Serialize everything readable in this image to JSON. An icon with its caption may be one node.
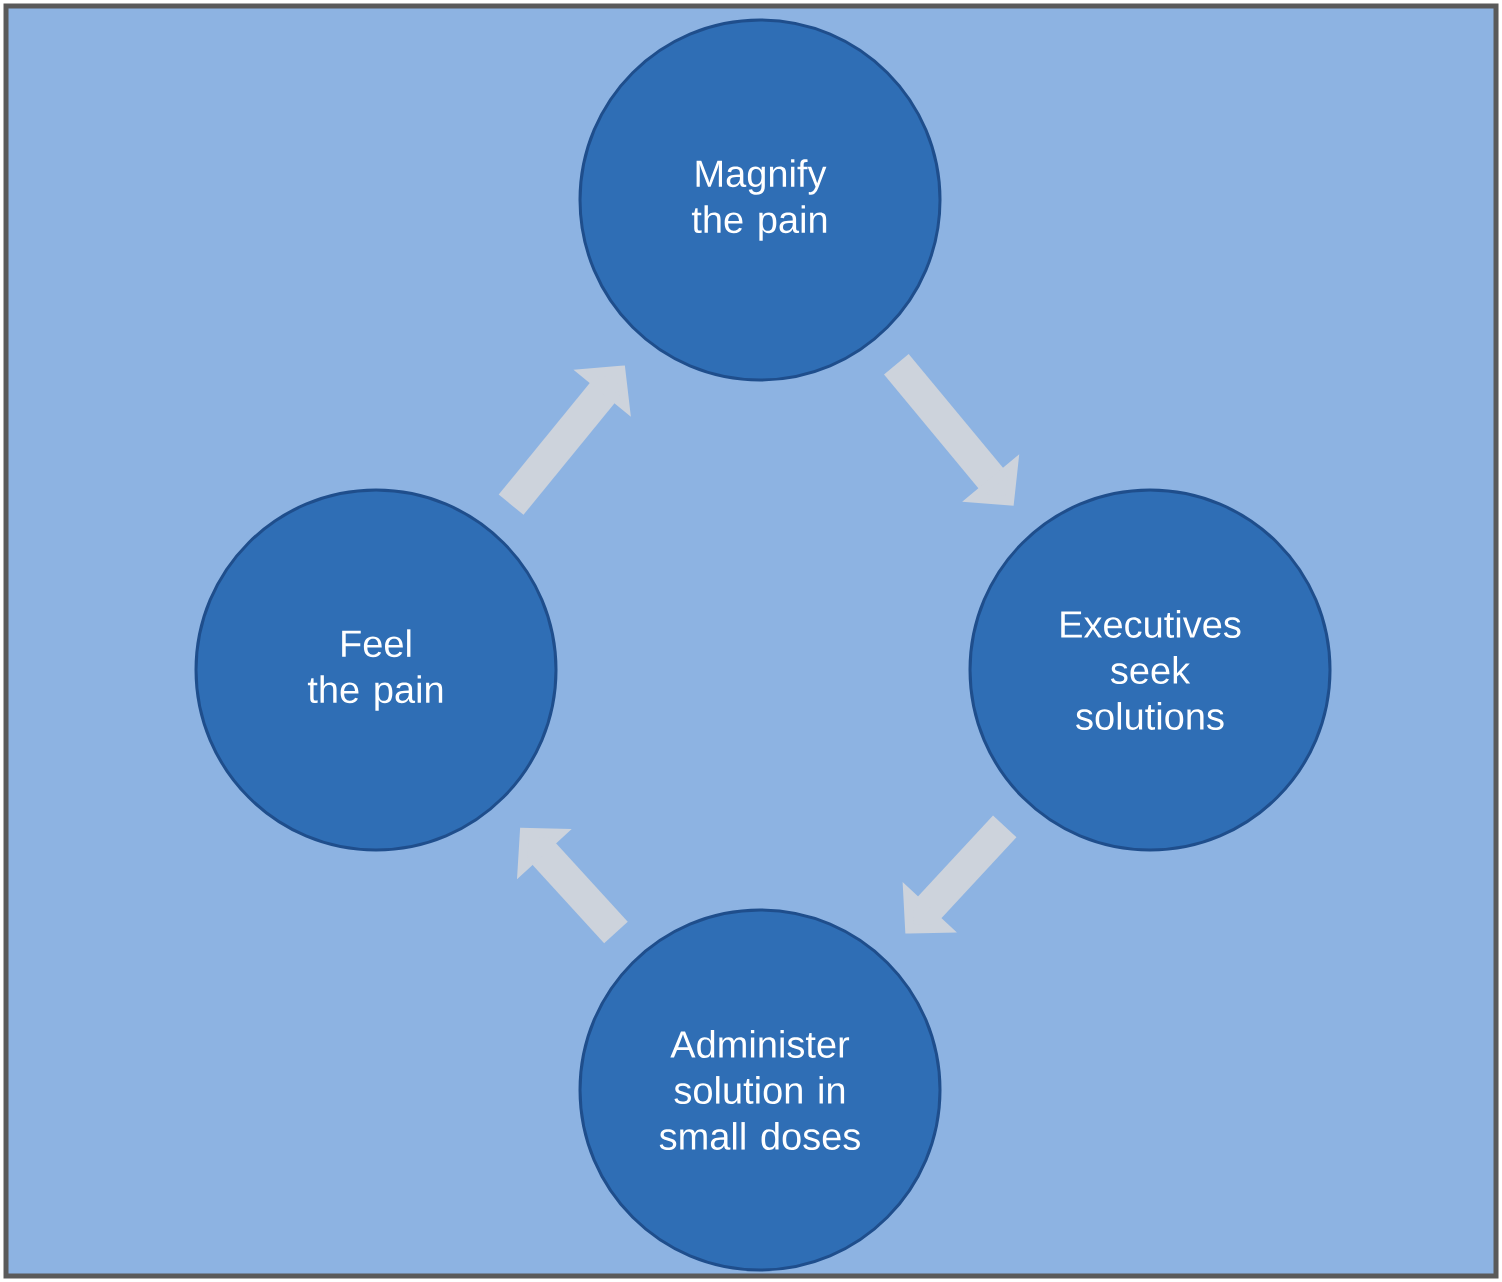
{
  "diagram": {
    "nodes": [
      {
        "text": [
          "Magnify the pain"
        ]
      },
      {
        "text": [
          "Feel the pain"
        ]
      },
      {
        "text": [
          "Executives seek solutions"
        ]
      },
      {
        "text": [
          "Administer solution in small doses"
        ]
      }
    ],
    "edges": [
      {
        "from": 1,
        "to": 0,
        "arrow": "to"
      },
      {
        "from": 0,
        "to": 2,
        "arrow": "to"
      },
      {
        "from": 2,
        "to": 3,
        "arrow": "to"
      },
      {
        "from": 3,
        "to": 1,
        "arrow": "to"
      }
    ]
  }
}
